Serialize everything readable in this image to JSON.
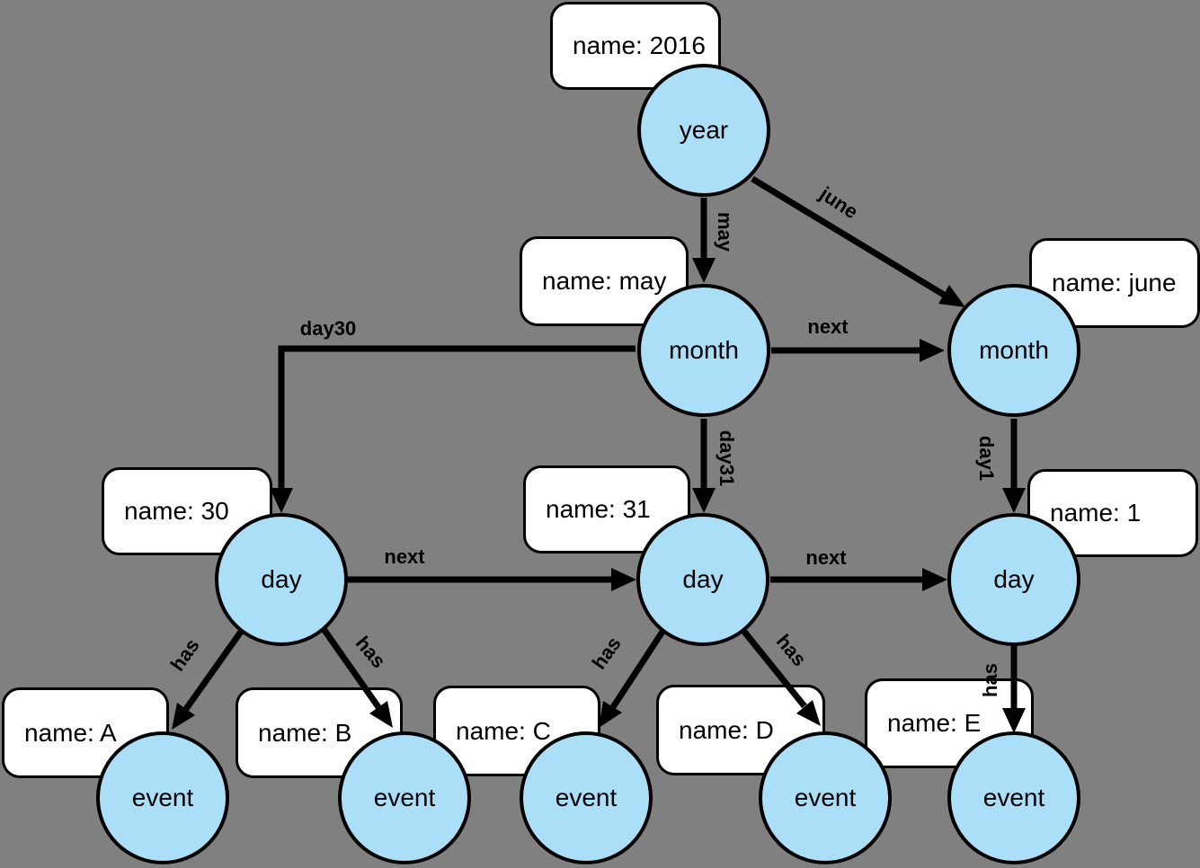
{
  "diagram": {
    "colors": {
      "bg": "#808080",
      "node-fill": "#ABDEF7",
      "stroke": "#000000",
      "box-fill": "#ffffff"
    },
    "nodes": [
      {
        "id": "year-2016",
        "label": "year"
      },
      {
        "id": "month-may",
        "label": "month"
      },
      {
        "id": "month-june",
        "label": "month"
      },
      {
        "id": "day-30",
        "label": "day"
      },
      {
        "id": "day-31",
        "label": "day"
      },
      {
        "id": "day-1",
        "label": "day"
      },
      {
        "id": "event-a",
        "label": "event"
      },
      {
        "id": "event-b",
        "label": "event"
      },
      {
        "id": "event-c",
        "label": "event"
      },
      {
        "id": "event-d",
        "label": "event"
      },
      {
        "id": "event-e",
        "label": "event"
      }
    ],
    "property_boxes": [
      {
        "for": "year-2016",
        "text": "name: 2016"
      },
      {
        "for": "month-may",
        "text": "name: may"
      },
      {
        "for": "month-june",
        "text": "name: june"
      },
      {
        "for": "day-30",
        "text": "name: 30"
      },
      {
        "for": "day-31",
        "text": "name: 31"
      },
      {
        "for": "day-1",
        "text": "name: 1"
      },
      {
        "for": "event-a",
        "text": "name: A"
      },
      {
        "for": "event-b",
        "text": "name: B"
      },
      {
        "for": "event-c",
        "text": "name: C"
      },
      {
        "for": "event-d",
        "text": "name: D"
      },
      {
        "for": "event-e",
        "text": "name: E"
      }
    ],
    "edge_labels": [
      {
        "edge": "year-to-month-may",
        "text": "may"
      },
      {
        "edge": "year-to-month-june",
        "text": "june"
      },
      {
        "edge": "month-may-to-month-june",
        "text": "next"
      },
      {
        "edge": "month-may-to-day-30",
        "text": "day30"
      },
      {
        "edge": "month-may-to-day-31",
        "text": "day31"
      },
      {
        "edge": "month-june-to-day-1",
        "text": "day1"
      },
      {
        "edge": "day-30-to-day-31",
        "text": "next"
      },
      {
        "edge": "day-31-to-day-1",
        "text": "next"
      },
      {
        "edge": "day-30-to-event-a",
        "text": "has"
      },
      {
        "edge": "day-30-to-event-b",
        "text": "has"
      },
      {
        "edge": "day-31-to-event-c",
        "text": "has"
      },
      {
        "edge": "day-31-to-event-d",
        "text": "has"
      },
      {
        "edge": "day-1-to-event-e",
        "text": "has"
      }
    ]
  }
}
